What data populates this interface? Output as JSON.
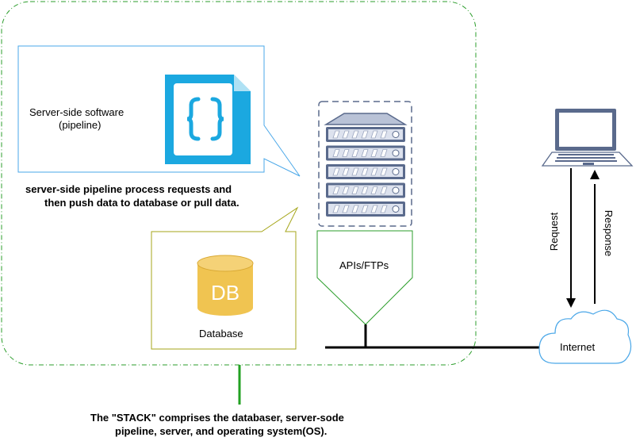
{
  "stack_box": {
    "note": ""
  },
  "software_callout": {
    "label_line1": "Server-side software",
    "label_line2": "(pipeline)",
    "icon": "code-file-icon"
  },
  "pipeline_caption": {
    "line1": "server-side pipeline process requests and",
    "line2": "then push data to database or pull data."
  },
  "database": {
    "icon_text": "DB",
    "label": "Database",
    "icon": "database-cylinder-icon"
  },
  "server": {
    "icon": "server-rack-icon"
  },
  "api": {
    "label": "APIs/FTPs"
  },
  "internet": {
    "label": "Internet",
    "icon": "cloud-icon"
  },
  "laptop": {
    "icon": "laptop-icon"
  },
  "arrows": {
    "request_label": "Request",
    "response_label": "Response"
  },
  "stack_caption": {
    "line1": "The \"STACK\" comprises the databaser, server-sode",
    "line2": "pipeline, server, and operating system(OS)."
  },
  "colors": {
    "stack_border": "#2b9d2b",
    "callout_blue": "#4aa7e8",
    "code_icon": "#1ba8e0",
    "db_yellow": "#f0c451",
    "db_callout": "#a6a61a",
    "server_dark": "#5a6a8c",
    "server_light": "#dde2ee",
    "api_border": "#2b9d2b",
    "cloud_border": "#4aa7e8",
    "connector_green": "#22a122"
  }
}
